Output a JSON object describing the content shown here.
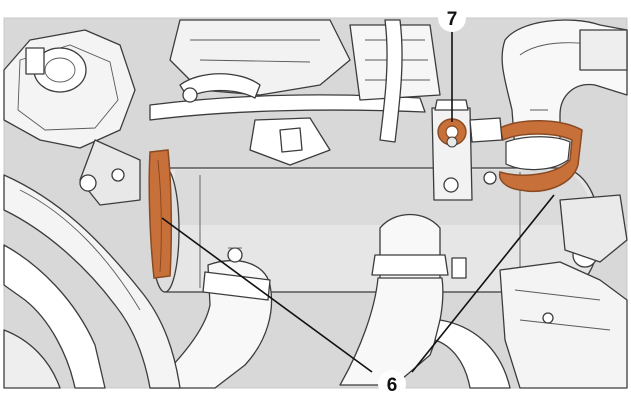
{
  "callouts": [
    {
      "id": "callout-7",
      "label": "7"
    },
    {
      "id": "callout-6",
      "label": "6"
    }
  ],
  "colors": {
    "background_panel": "#d8d8d8",
    "part_fill": "#f6f6f6",
    "part_shade": "#c4c4c4",
    "highlight_orange": "#c8703a",
    "highlight_orange_dark": "#8a4a22",
    "line": "#3c3c3c"
  }
}
